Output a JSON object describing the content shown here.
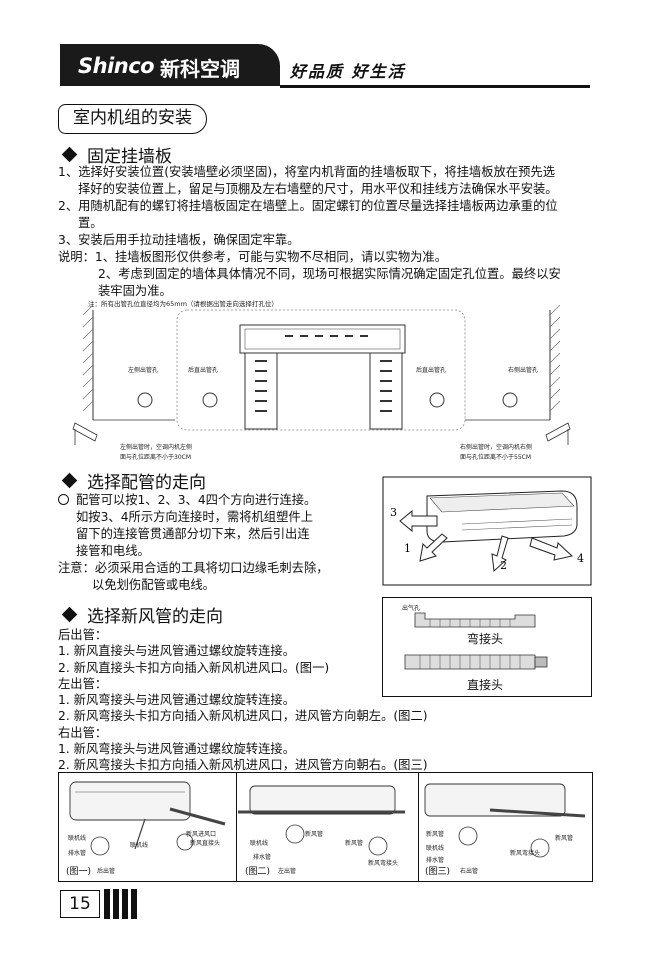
{
  "header": {
    "brand_name": "Shinco",
    "brand_cn": "新科空调",
    "slogan": "好品质 好生活"
  },
  "section_title": "室内机组的安装",
  "wall_plate": {
    "heading": "固定挂墙板",
    "lines": [
      "1、选择好安装位置(安装墙壁必须坚固)，将室内机背面的挂墙板取下，将挂墙板放在预先选",
      "择好的安装位置上，留足与顶棚及左右墙壁的尺寸，用水平仪和挂线方法确保水平安装。",
      "2、用随机配有的螺钉将挂墙板固定在墙壁上。固定螺钉的位置尽量选择挂墙板两边承重的位",
      "置。",
      "3、安装后用手拉动挂墙板，确保固定牢靠。",
      "说明：1、挂墙板图形仅供参考，可能与实物不尽相同，请以实物为准。",
      "2、考虑到固定的墙体具体情况不同，现场可根据实际情况确定固定孔位置。最终以安",
      "装牢固为准。"
    ],
    "diagram": {
      "note": "注：所有出管孔位直径均为65mm（请根据出管走向选择打孔位）",
      "left_hole": "左侧出管孔",
      "rear_hole_left": "后直出管孔",
      "rear_hole_right": "后直出管孔",
      "right_hole": "右侧出管孔",
      "left_note_1": "左侧出管时，空调内机左侧",
      "left_note_2": "面与孔位距离不小于30CM",
      "right_note_1": "右侧出管时，空调内机右侧",
      "right_note_2": "面与孔位距离不小于55CM"
    }
  },
  "piping": {
    "heading": "选择配管的走向",
    "lines": [
      "配管可以按1、2、3、4四个方向进行连接。",
      "如按3、4所示方向连接时，需将机组塑件上",
      "留下的连接管贯通部分切下来，然后引出连",
      "接管和电线。",
      "注意：必须采用合适的工具将切口边缘毛刺去除，",
      "以免划伤配管或电线。"
    ],
    "directions": [
      "1",
      "2",
      "3",
      "4"
    ]
  },
  "fresh_air": {
    "heading": "选择新风管的走向",
    "lines": [
      "后出管：",
      "1. 新风直接头与进风管通过螺纹旋转连接。",
      "2. 新风直接头卡扣方向插入新风机进风口。(图一)",
      "左出管：",
      "1. 新风弯接头与进风管通过螺纹旋转连接。",
      "2. 新风弯接头卡扣方向插入新风机进风口，进风管方向朝左。(图二)",
      "右出管：",
      "1. 新风弯接头与进风管通过螺纹旋转连接。",
      "2. 新风弯接头卡扣方向插入新风机进风口，进风管方向朝右。(图三)"
    ],
    "elbow_label": "弯接头",
    "straight_label": "直接头",
    "elbow_small": "出气孔",
    "fig1": {
      "caption": "(图一)",
      "labels": [
        "新风进风口",
        "新风直接头",
        "联机线",
        "联机线",
        "排水管",
        "后出管"
      ]
    },
    "fig2": {
      "caption": "(图二)",
      "labels": [
        "联机线",
        "排水管",
        "新风管",
        "新风管",
        "新风弯接头",
        "左出管"
      ]
    },
    "fig3": {
      "caption": "(图三)",
      "labels": [
        "新风管",
        "联机线",
        "排水管",
        "新风弯接头",
        "右出管",
        "新风管"
      ]
    }
  },
  "page_number": "15"
}
